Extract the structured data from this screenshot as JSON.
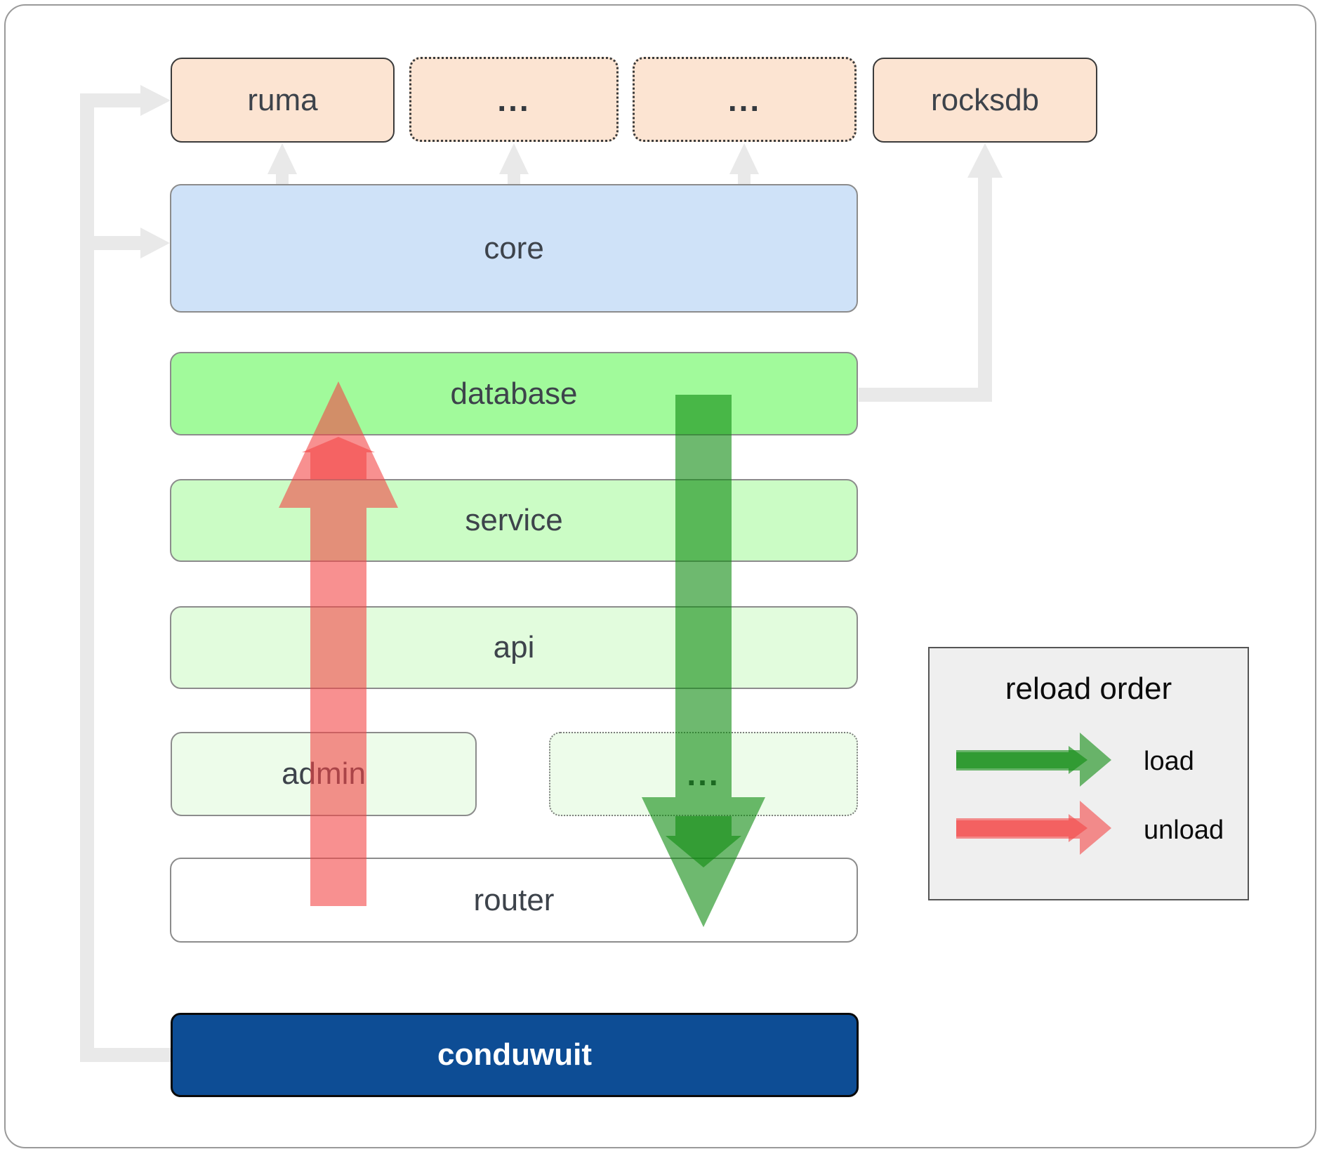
{
  "boxes": {
    "ruma": "ruma",
    "crate_top_a": "...",
    "crate_top_b": "...",
    "rocksdb": "rocksdb",
    "core": "core",
    "database": "database",
    "service": "service",
    "api": "api",
    "admin": "admin",
    "crate_mid": "...",
    "router": "router",
    "conduwuit": "conduwuit"
  },
  "legend": {
    "title": "reload order",
    "items": [
      {
        "label": "load",
        "color": "#0d8a0f"
      },
      {
        "label": "unload",
        "color": "#f34646"
      }
    ]
  },
  "colors": {
    "peach": "#fce4d2",
    "blue": "#cfe2f8",
    "green_bright": "#a1fa9b",
    "green_light": "#cbfcc5",
    "green_lighter": "#e2fcdd",
    "green_faint": "#edfcea",
    "conduwuit_blue": "#0d4d95",
    "connector_gray": "#e9e9e9",
    "arrow_green": "#0d8a0f",
    "arrow_red": "#f34646",
    "label_color": "#3d434b",
    "legend_bg": "#efefef"
  }
}
